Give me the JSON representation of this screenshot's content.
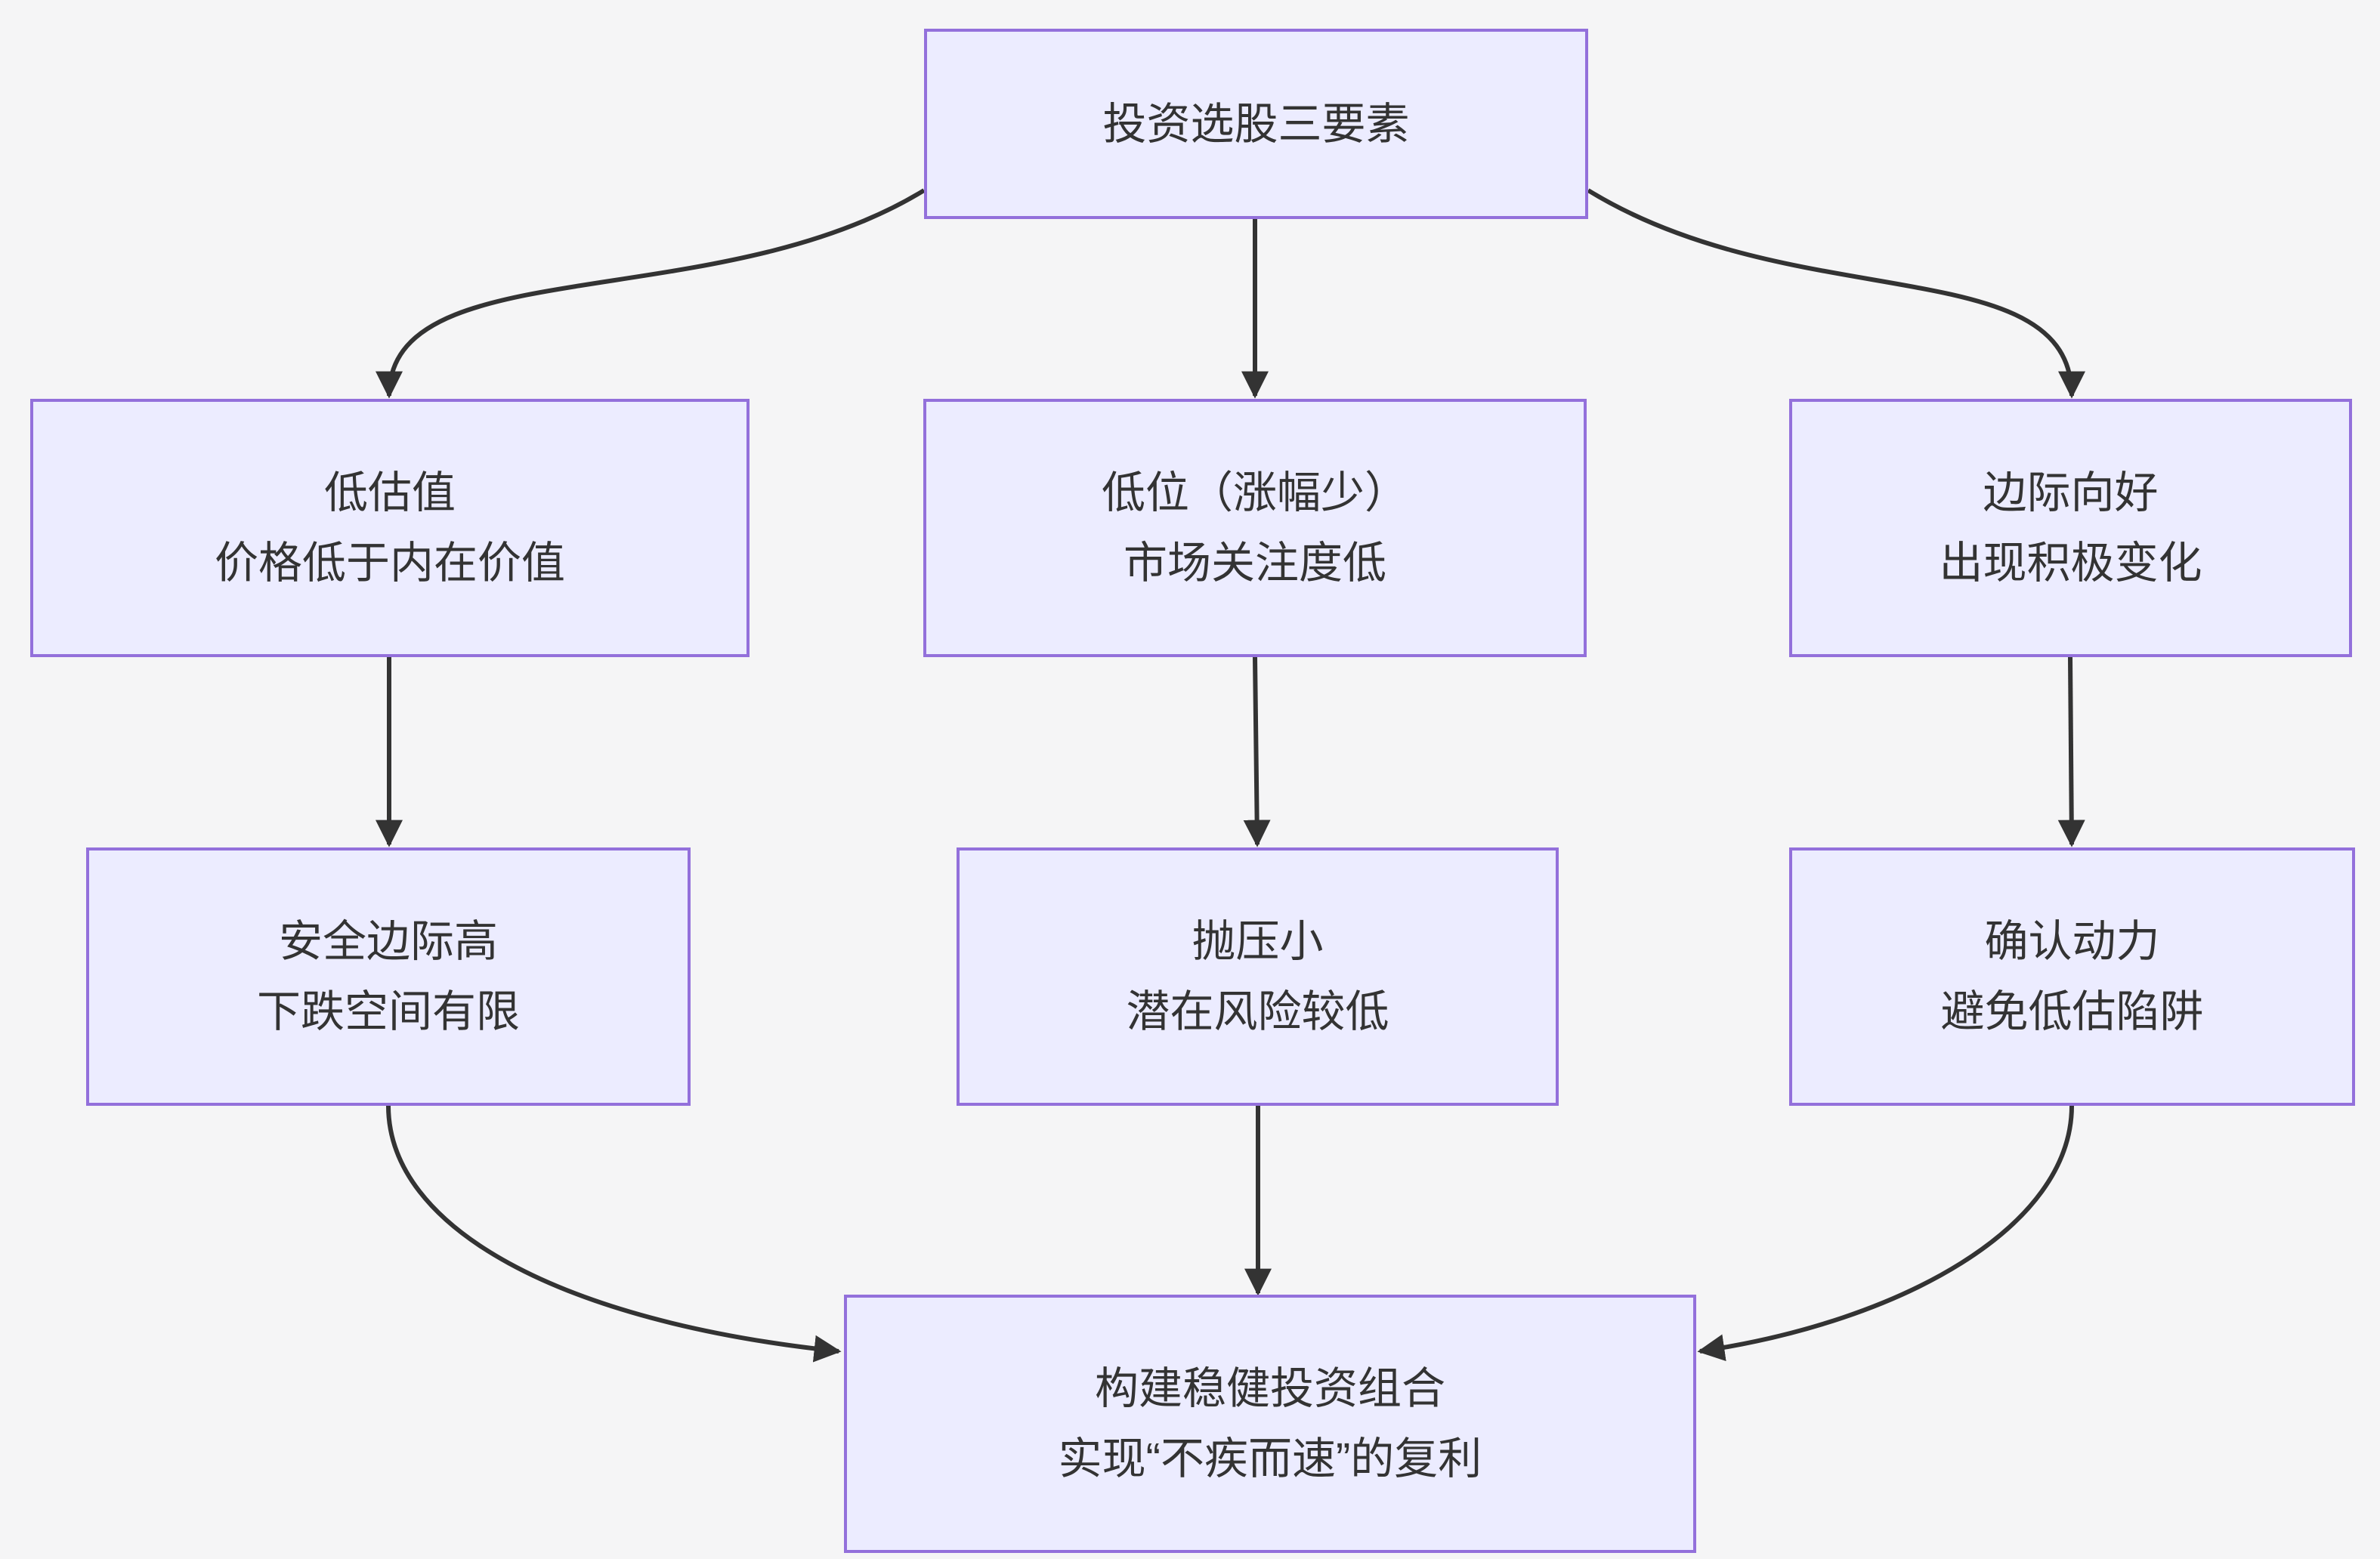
{
  "diagram": {
    "type": "flowchart",
    "direction": "top-down",
    "nodes": {
      "root": {
        "lines": [
          "投资选股三要素"
        ]
      },
      "low_valuation": {
        "lines": [
          "低估值",
          "价格低于内在价值"
        ]
      },
      "low_position": {
        "lines": [
          "低位（涨幅少）",
          "市场关注度低"
        ]
      },
      "marginal_improvement": {
        "lines": [
          "边际向好",
          "出现积极变化"
        ]
      },
      "safety_margin": {
        "lines": [
          "安全边际高",
          "下跌空间有限"
        ]
      },
      "low_selling_pressure": {
        "lines": [
          "抛压小",
          "潜在风险较低"
        ]
      },
      "confirm_momentum": {
        "lines": [
          "确认动力",
          "避免低估陷阱"
        ]
      },
      "portfolio": {
        "lines": [
          "构建稳健投资组合",
          "实现“不疾而速”的复利"
        ]
      }
    },
    "edges": [
      {
        "from": "root",
        "to": "low_valuation"
      },
      {
        "from": "root",
        "to": "low_position"
      },
      {
        "from": "root",
        "to": "marginal_improvement"
      },
      {
        "from": "low_valuation",
        "to": "safety_margin"
      },
      {
        "from": "low_position",
        "to": "low_selling_pressure"
      },
      {
        "from": "marginal_improvement",
        "to": "confirm_momentum"
      },
      {
        "from": "safety_margin",
        "to": "portfolio"
      },
      {
        "from": "low_selling_pressure",
        "to": "portfolio"
      },
      {
        "from": "confirm_momentum",
        "to": "portfolio"
      }
    ],
    "colors": {
      "background": "#F5F5F6",
      "node_fill": "#ECECFF",
      "node_border": "#9370DB",
      "edge": "#333333",
      "text": "#333333"
    }
  }
}
